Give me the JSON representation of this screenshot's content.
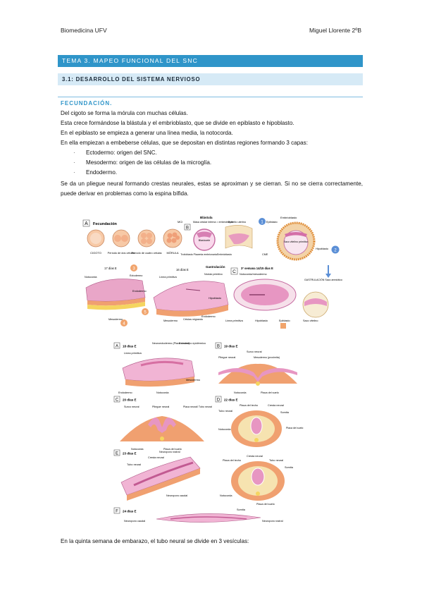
{
  "header": {
    "left": "Biomedicina UFV",
    "right": "Miguel Llorente 2ºB"
  },
  "chapter_title": "TEMA 3. MAPEO FUNCIONAL DEL SNC",
  "section_title": "3.1: DESARROLLO DEL SISTEMA NERVIOSO",
  "subsection_title": "FECUNDACIÓN.",
  "paragraphs": [
    "Del cigoto se forma la mórula con muchas células.",
    "Esta crece formándose la blástula y el embrioblasto, que se divide en epiblasto e hipoblasto.",
    "En el epiblasto se empieza a generar una línea media, la notocorda.",
    "En ella empiezan a embeberse células, que se depositan en distintas regiones formando 3 capas:"
  ],
  "bullets": [
    "Ectodermo: origen del SNC.",
    "Mesodermo: origen de las células de la microglía.",
    "Endodermo."
  ],
  "paragraph_after_list": "Se da un pliegue neural formando crestas neurales, estas se aproximan y se cierran. Si no se cierra correctamente, puede derivar en problemas como la espina bífida.",
  "final_line": "En la quinta semana de embarazo, el tubo neural se divide en 3 vesículas:",
  "figure1": {
    "panel_a": "A",
    "panel_a_title": "Fecundación",
    "panel_b": "B",
    "panel_c": "C",
    "badge_1": "1",
    "badge_2": "2",
    "badge_3": "3",
    "badge_4": "4",
    "badge_5": "5",
    "labels": {
      "cigoto": "CIGOTO",
      "dos": "Período de dos células",
      "cuatro": "Período de cuatro células",
      "morula": "MÓRULA",
      "mci": "MCI",
      "blastula": "Blástula",
      "masa": "Masa celular interna = embrioblasto",
      "blastocele": "Blastocele",
      "trofoblasto": "Trofoblasto Placenta embrionaria",
      "embrioblasto": "Embrioblasto",
      "epitelio": "Epitelio uterino",
      "embrioblasto2": "Embrioblasto",
      "epiblasto": "Epiblasto",
      "saco": "Saco vitelino primitivo",
      "hipoblasto": "Hipoblasto",
      "cme": "CME",
      "dias17": "17 días E",
      "notocorda": "Notocorda",
      "ectodermo": "Ectodermo",
      "endodermo": "Endodermo",
      "mesodermo": "Mesodermo",
      "dias16": "16 días E",
      "linea": "Línea primitiva",
      "epiblasto2": "Epiblasto",
      "gastrulacion": "Gastrulación",
      "nodulo": "Nódulo primitivo",
      "hipoblasto2": "Hipoblasto",
      "mesodermo2": "Mesodermo",
      "celulas": "Células migrando",
      "endodermo2": "Endodermo",
      "semana": "3ª semana 14/15 días E",
      "notomeso": "Notocorda/mesodermo",
      "lineaprim": "Línea primitiva",
      "hipoblasto3": "Hipoblasto",
      "epiblasto3": "Epiblasto",
      "gastr2": "GASTRULACIÓN Saco amniótico",
      "saco2": "Saco vitelino"
    }
  },
  "figure2": {
    "a": "A",
    "a_title": "18 días E",
    "b": "B",
    "b_title": "19 días E",
    "c": "C",
    "c_title": "20 días E",
    "d": "D",
    "d_title": "22 días E",
    "e": "E",
    "e_title": "23 días E",
    "f": "F",
    "f_title": "24 días E",
    "labels": {
      "neuroecto": "Neuroectodermo (Placa neural)",
      "ectoepi": "Ectodermo epidérmico",
      "lineaprim": "Línea primitiva",
      "mesodermo": "Mesodermo",
      "endodermo": "Endodermo",
      "notocorda": "Notocorda",
      "surco": "Surco neural",
      "pliegue": "Pliegue neural",
      "mesoprox": "Mesodermo (proximita)",
      "notocorda2": "Notocorda",
      "placasuelo": "Placa del suelo",
      "surco2": "Surco neural",
      "pliegue2": "Pliegue neural",
      "placatubo": "Placa neural/ Tubo neural",
      "notocorda3": "Notocorda",
      "placasuelo2": "Placa del suelo",
      "placatecho": "Placa del techo",
      "cresta": "Cresta neural",
      "tubo": "Tubo neural",
      "somita": "Somita",
      "notocorda4": "Notocorda",
      "placasuelo3": "Placa del suelo",
      "neuroporo_r": "Neuroporo rostral",
      "cresta2": "Cresta neural",
      "tubo2": "Tubo neural",
      "neuroporo_c": "Neuroporo caudal",
      "placatecho2": "Placa del techo",
      "cresta3": "Cresta neural",
      "tubo3": "Tubo neural",
      "somita2": "Somita",
      "notocorda5": "Notocorda",
      "placasuelo4": "Placa del suelo",
      "somita3": "Somita",
      "neuroporo_c2": "Neuroporo caudal",
      "neuroporo_r2": "Neuroporo rostral"
    }
  },
  "colors": {
    "accent": "#2f95c9",
    "band_light": "#d6eaf6",
    "tissue_pink": "#e9a6c8",
    "tissue_orange": "#f0a070"
  }
}
